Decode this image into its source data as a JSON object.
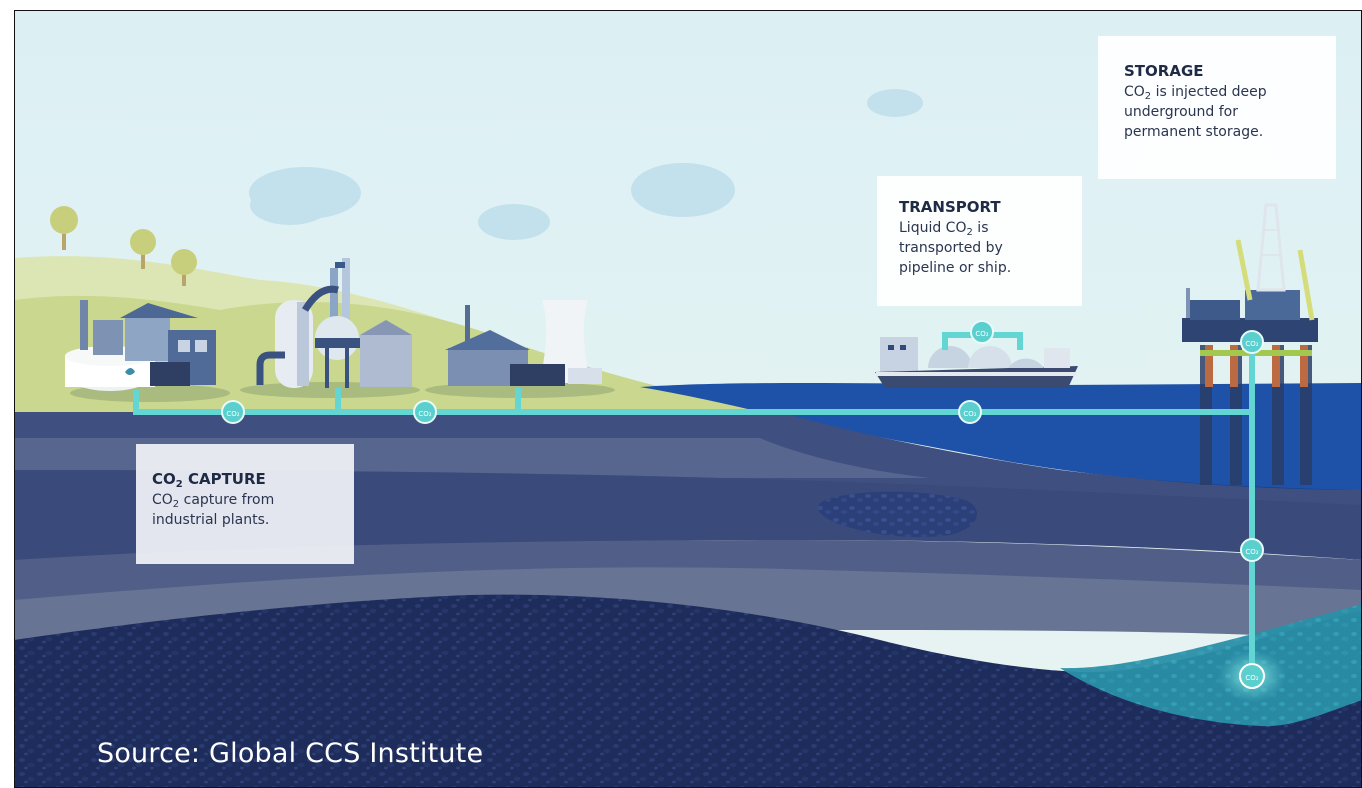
{
  "storage": {
    "title": "STORAGE",
    "desc_prefix": "CO",
    "desc_sub": "2",
    "desc_line1_rest": " is injected deep",
    "desc_line2": "underground for",
    "desc_line3": "permanent storage."
  },
  "transport": {
    "title": "TRANSPORT",
    "desc_line1_prefix": "Liquid CO",
    "desc_sub": "2",
    "desc_line1_rest": " is",
    "desc_line2": "transported by",
    "desc_line3": "pipeline or ship."
  },
  "capture": {
    "title_prefix": "CO",
    "title_sub": "2",
    "title_rest": " CAPTURE",
    "desc_prefix": "CO",
    "desc_sub": "2",
    "desc_line1_rest": " capture from",
    "desc_line2": "industrial plants."
  },
  "pipe_badge_label": "CO₂",
  "source": "Source: Global CCS Institute",
  "colors": {
    "sky": "#d9eef3",
    "hill_light": "#dfe7b8",
    "hill_dark": "#c6d58f",
    "sea": "#1c4fa6",
    "pipe": "#63d6d4",
    "deep_rock": "#1b2a55",
    "mid_layer": "#4a5a86",
    "storage_glow": "#2fb8c0"
  }
}
